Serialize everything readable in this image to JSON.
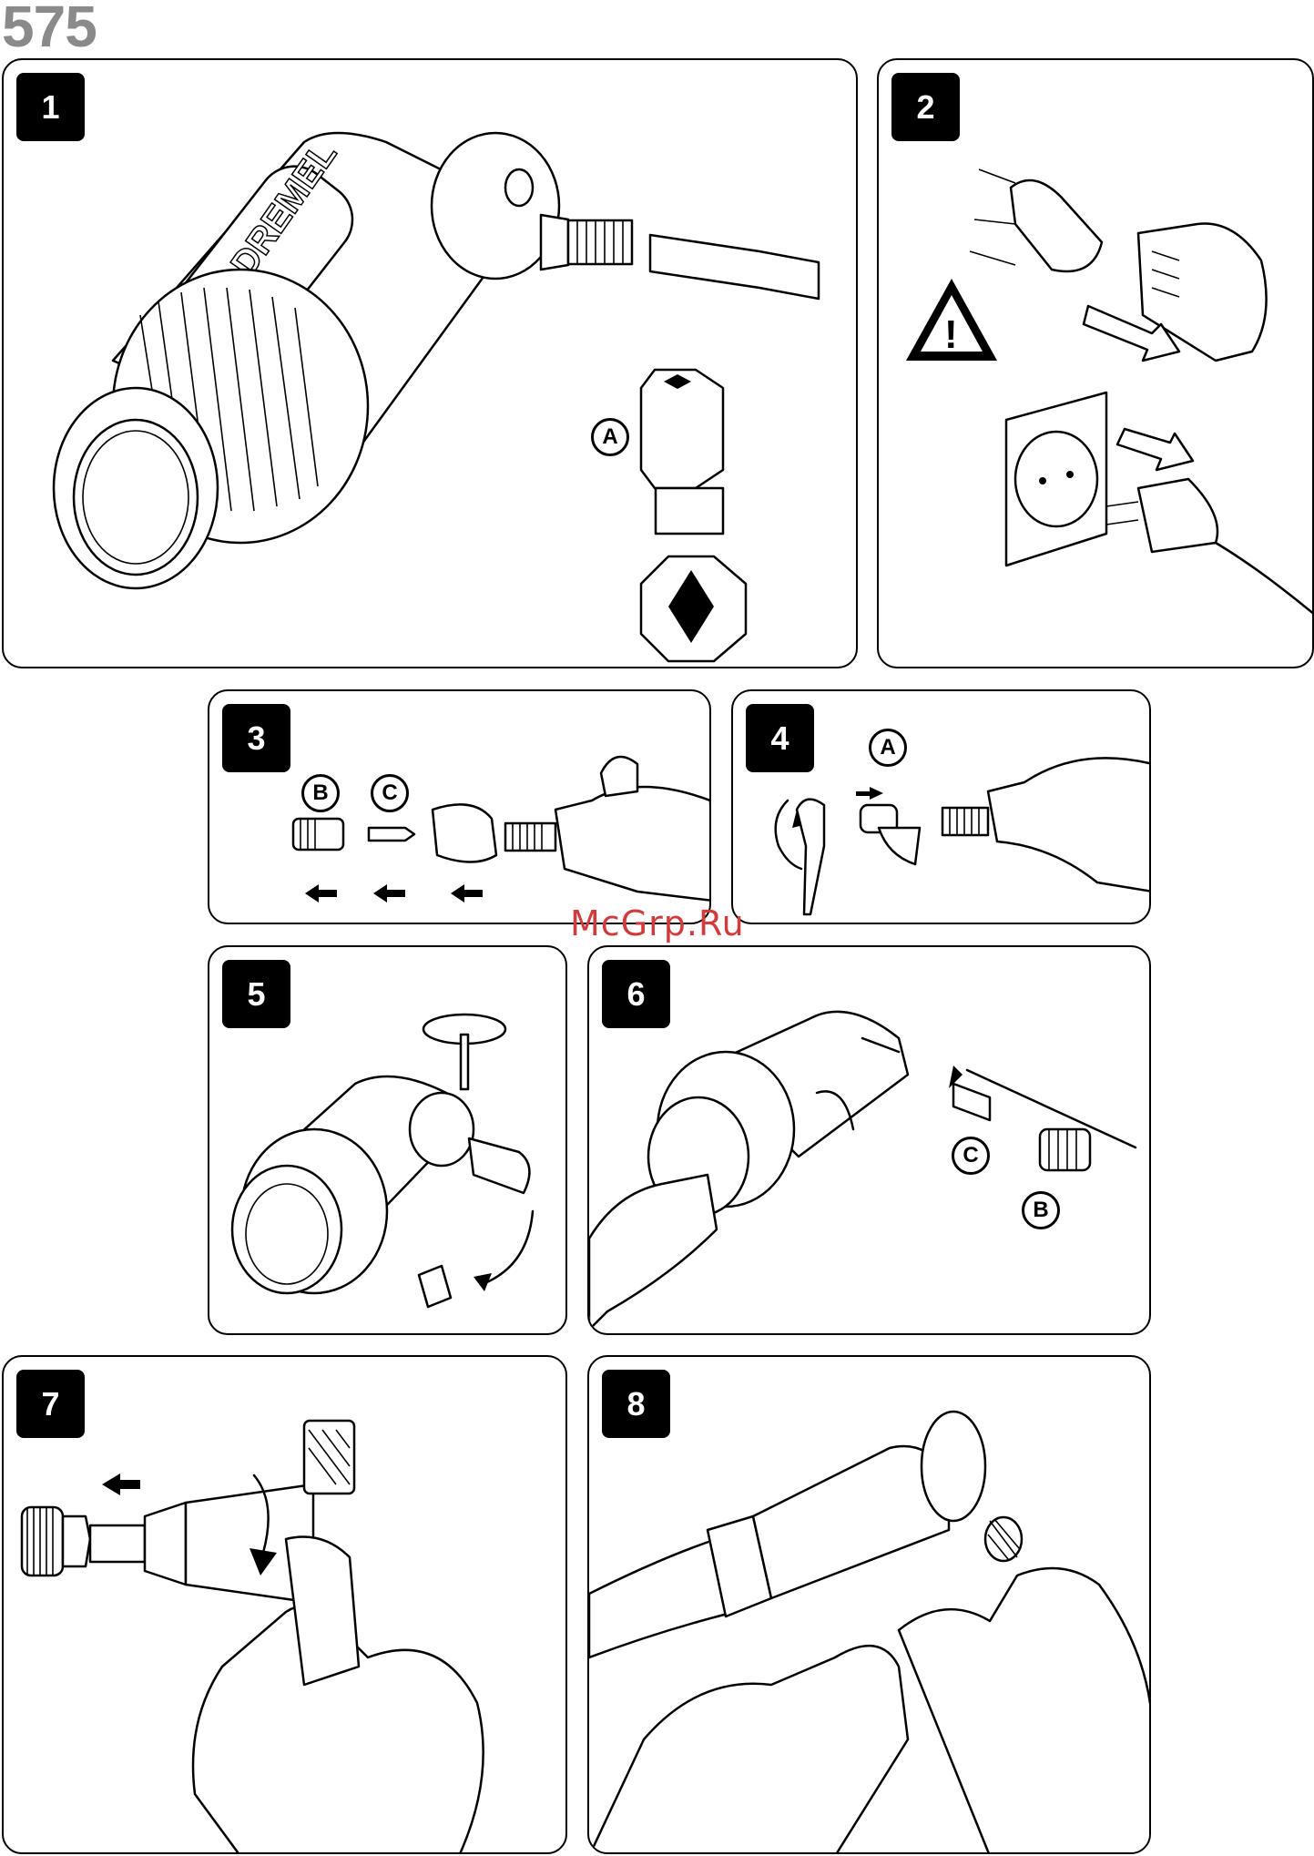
{
  "page": {
    "model_number": "575"
  },
  "watermark": "McGrp.Ru",
  "panels": [
    {
      "step": "1",
      "labels": [
        "A"
      ]
    },
    {
      "step": "2",
      "labels": [
        "!"
      ]
    },
    {
      "step": "3",
      "labels": [
        "B",
        "C"
      ]
    },
    {
      "step": "4",
      "labels": [
        "A"
      ]
    },
    {
      "step": "5",
      "labels": []
    },
    {
      "step": "6",
      "labels": [
        "C",
        "B"
      ]
    },
    {
      "step": "7",
      "labels": []
    },
    {
      "step": "8",
      "labels": []
    }
  ],
  "brand_text": "DREMEL",
  "icons": [
    "warning-triangle-icon",
    "arrow-right-icon",
    "arrow-left-icon",
    "rotate-arrow-icon"
  ]
}
